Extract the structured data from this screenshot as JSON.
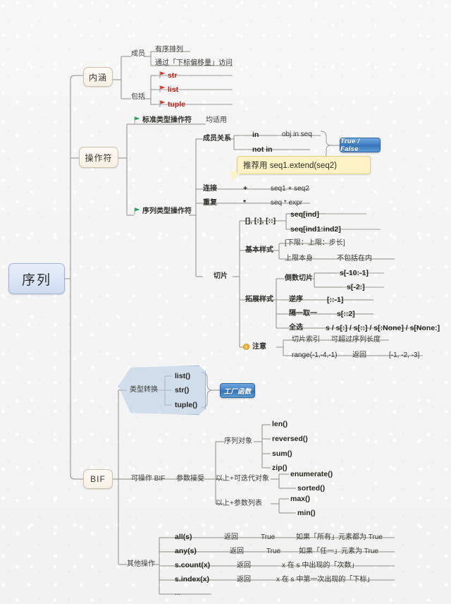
{
  "title": "序列 Python 思维导图",
  "root": {
    "label": "序列"
  },
  "branches": {
    "intension": {
      "label": "内涵",
      "members_label": "成员",
      "members": [
        "有序排列",
        "通过「下标偏移量」访问"
      ],
      "includes_label": "包括",
      "includes": [
        "str",
        "list",
        "tuple"
      ]
    },
    "operators": {
      "label": "操作符",
      "standard": {
        "label": "标准类型操作符",
        "note": "均适用",
        "icon": "green-flag-icon"
      },
      "sequence": {
        "label": "序列类型操作符",
        "icon": "green-flag-icon"
      },
      "membership": {
        "label": "成员关系",
        "rows": [
          {
            "op": "in",
            "expr": "obj in seq"
          },
          {
            "op": "not in",
            "expr": ""
          }
        ],
        "result_badge": "True / False"
      },
      "callout": "推荐用 seq1.extend(seq2)",
      "concat": {
        "label": "连接",
        "op": "+",
        "expr": "seq1 + seq2"
      },
      "repeat": {
        "label": "重复",
        "op": "*",
        "expr": "seq * expr"
      }
    },
    "slice": {
      "label": "切片",
      "syntax_label": "[], [:], [::]",
      "syntax_items": [
        "seq[ind]",
        "seq[ind1:ind2]"
      ],
      "basic_label": "基本样式",
      "basic_items": [
        {
          "left": "[下限：上限：步长]",
          "right": ""
        },
        {
          "left": "上限本身",
          "right": "不包括在内"
        }
      ],
      "extend_label": "拓展样式",
      "extend_groups": [
        {
          "label": "倒数切片",
          "items": [
            "s[-10:-1]",
            "s[-2:]"
          ]
        },
        {
          "label": "逆序",
          "items": [
            "[::-1]"
          ]
        },
        {
          "label": "隔一取一",
          "items": [
            "s[::2]"
          ]
        },
        {
          "label": "全选",
          "items": [
            "s / s[:] / s[::] / s[:None] / s[None:]"
          ]
        }
      ],
      "notice_label": "注意",
      "notice_icon": "warning-icon",
      "notice_rows": [
        {
          "c1": "切片索引",
          "c2": "可超过序列长度",
          "c3": ""
        },
        {
          "c1": "range(-1,-4,-1)",
          "c2": "返回",
          "c3": "[-1, -2, -3]"
        }
      ]
    },
    "bif": {
      "label": "BIF",
      "cast": {
        "label": "类型转换",
        "items": [
          "list()",
          "str()",
          "tuple()"
        ],
        "badge": "工厂函数"
      },
      "usable_label": "可操作 BIF",
      "args_label": "参数接受",
      "groups": [
        {
          "label": "序列对象",
          "items": [
            "len()",
            "reversed()",
            "sum()",
            "zip()"
          ]
        },
        {
          "label": "以上+可迭代对象",
          "items": [
            "enumerate()",
            "sorted()"
          ]
        },
        {
          "label": "以上+参数列表",
          "items": [
            "max()",
            "min()"
          ]
        }
      ],
      "others_label": "其他操作",
      "others": [
        {
          "c1": "all(s)",
          "c2": "返回",
          "c3": "True",
          "c4": "如果「所有」元素都为 True"
        },
        {
          "c1": "any(s)",
          "c2": "返回",
          "c3": "True",
          "c4": "如果「任一」元素为 True"
        },
        {
          "c1": "s.count(x)",
          "c2": "返回",
          "c3": "",
          "c4": "x 在 s 中出现的「次数」"
        },
        {
          "c1": "s.index(x)",
          "c2": "返回",
          "c3": "",
          "c4": "x 在 s 中第一次出现的「下标」"
        },
        {
          "c1": "...",
          "c2": "",
          "c3": "",
          "c4": ""
        }
      ]
    }
  },
  "colors": {
    "root_fill": "#d8e4f3",
    "l1_fill": "#f7f0e4",
    "badge_blue": "#3f7fc4",
    "callout_yellow": "#fdf3c6",
    "red_text": "#c0201a",
    "green_flag": "#18a558",
    "warn_orange": "#ef9a15",
    "wire": "#8a8a85"
  }
}
